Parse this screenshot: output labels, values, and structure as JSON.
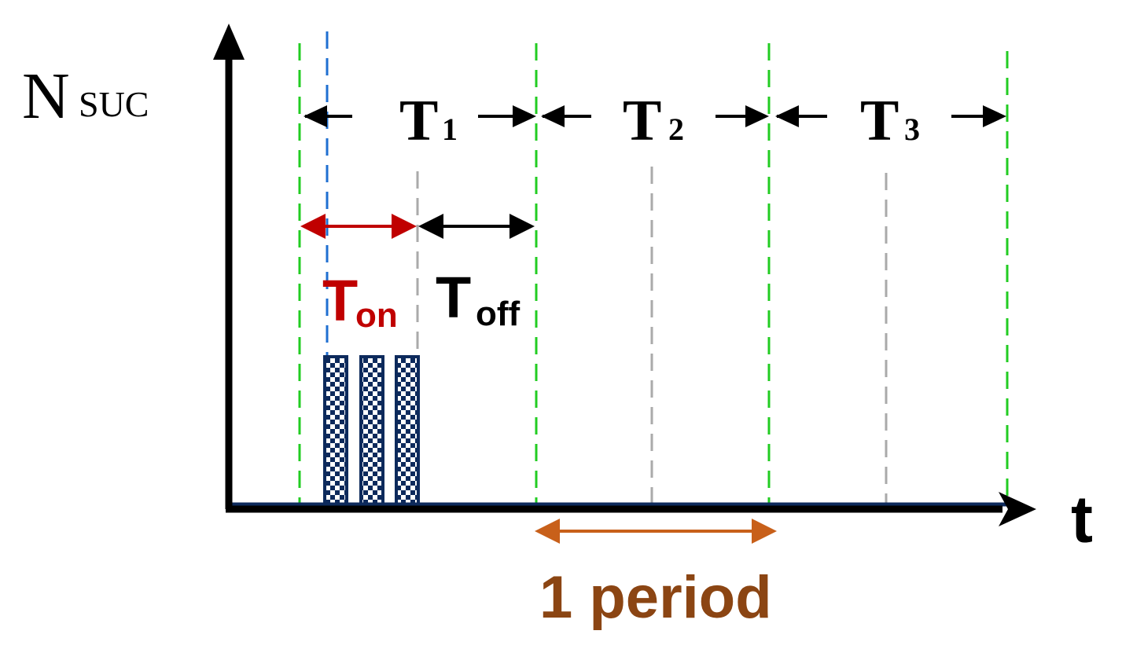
{
  "y_axis": {
    "label_main": "N",
    "label_sub": "SUC"
  },
  "x_axis": {
    "label": "t"
  },
  "periods": [
    {
      "label_main": "T",
      "label_sub": "1"
    },
    {
      "label_main": "T",
      "label_sub": "2"
    },
    {
      "label_main": "T",
      "label_sub": "3"
    }
  ],
  "on_phase": {
    "label_main": "T",
    "label_sub": "on"
  },
  "off_phase": {
    "label_main": "T",
    "label_sub": "off"
  },
  "period_span": {
    "label": "1 period"
  },
  "bursts": {
    "count": 3
  },
  "colors": {
    "axis": "#000000",
    "baseline": "#0d2a5c",
    "period_boundary": "#22cc22",
    "phase_boundary": "#aaaaaa",
    "start_marker": "#1f6fd1",
    "on_arrow": "#c00000",
    "off_arrow": "#000000",
    "period_arrow": "#c8601a",
    "period_text": "#8b4513",
    "burst_fill": "#0d2a5c"
  }
}
